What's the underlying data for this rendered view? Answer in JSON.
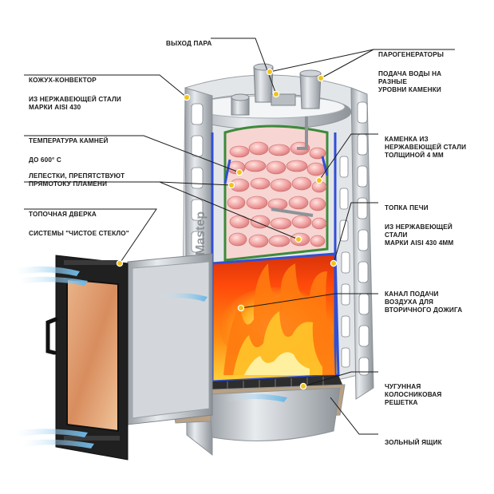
{
  "labels": {
    "steam_outlet": {
      "title": "ВЫХОД ПАРА"
    },
    "steam_generators": {
      "title": "ПАРОГЕНЕРАТОРЫ",
      "sub": "ПОДАЧА ВОДЫ НА\nРАЗНЫЕ\nУРОВНИ КАМЕНКИ"
    },
    "casing": {
      "title": "КОЖУХ-КОНВЕКТОР",
      "sub": "ИЗ НЕРЖАВЕЮЩЕЙ СТАЛИ\nМАРКИ AISI 430"
    },
    "stone_temp": {
      "title": "ТЕМПЕРАТУРА КАМНЕЙ",
      "sub": "ДО 600° С"
    },
    "petals": {
      "title": "ЛЕПЕСТКИ, ПРЕПЯТСТВУЮТ\nПРЯМОТОКУ ПЛАМЕНИ"
    },
    "stone_box": {
      "title": "КАМЕНКА ИЗ\nНЕРЖАВЕЮЩЕЙ СТАЛИ\nТОЛЩИНОЙ 4 ММ"
    },
    "door": {
      "title": "ТОПОЧНАЯ ДВЕРКА",
      "sub": "СИСТЕМЫ \"ЧИСТОЕ СТЕКЛО\""
    },
    "firebox": {
      "title": "ТОПКА ПЕЧИ",
      "sub": "ИЗ НЕРЖАВЕЮЩЕЙ\nСТАЛИ\nМАРКИ AISI 430 4ММ"
    },
    "air_channel": {
      "title": "КАНАЛ ПОДАЧИ\nВОЗДУХА ДЛЯ\nВТОРИЧНОГО ДОЖИГА"
    },
    "grate": {
      "title": "ЧУГУННАЯ\nКОЛОСНИКОВАЯ\nРЕШЕТКА"
    },
    "ash_box": {
      "title": "ЗОЛЬНЫЙ ЯЩИК"
    }
  },
  "brand_text": "Mastep",
  "colors": {
    "marker": "#f0c419",
    "marker_ring": "#ffffff",
    "leader": "#1a1a1a",
    "steel": "#c4c8cc",
    "inner_border": "#2f4fd6",
    "stone_box_border": "#3d8a3a",
    "fire": "#ff5a0a",
    "stone": "#f2a4a4",
    "air": "#7ec4ea"
  },
  "icons": [
    "marker-dot-icon",
    "air-flow-icon",
    "fire-icon",
    "stone-icon"
  ]
}
